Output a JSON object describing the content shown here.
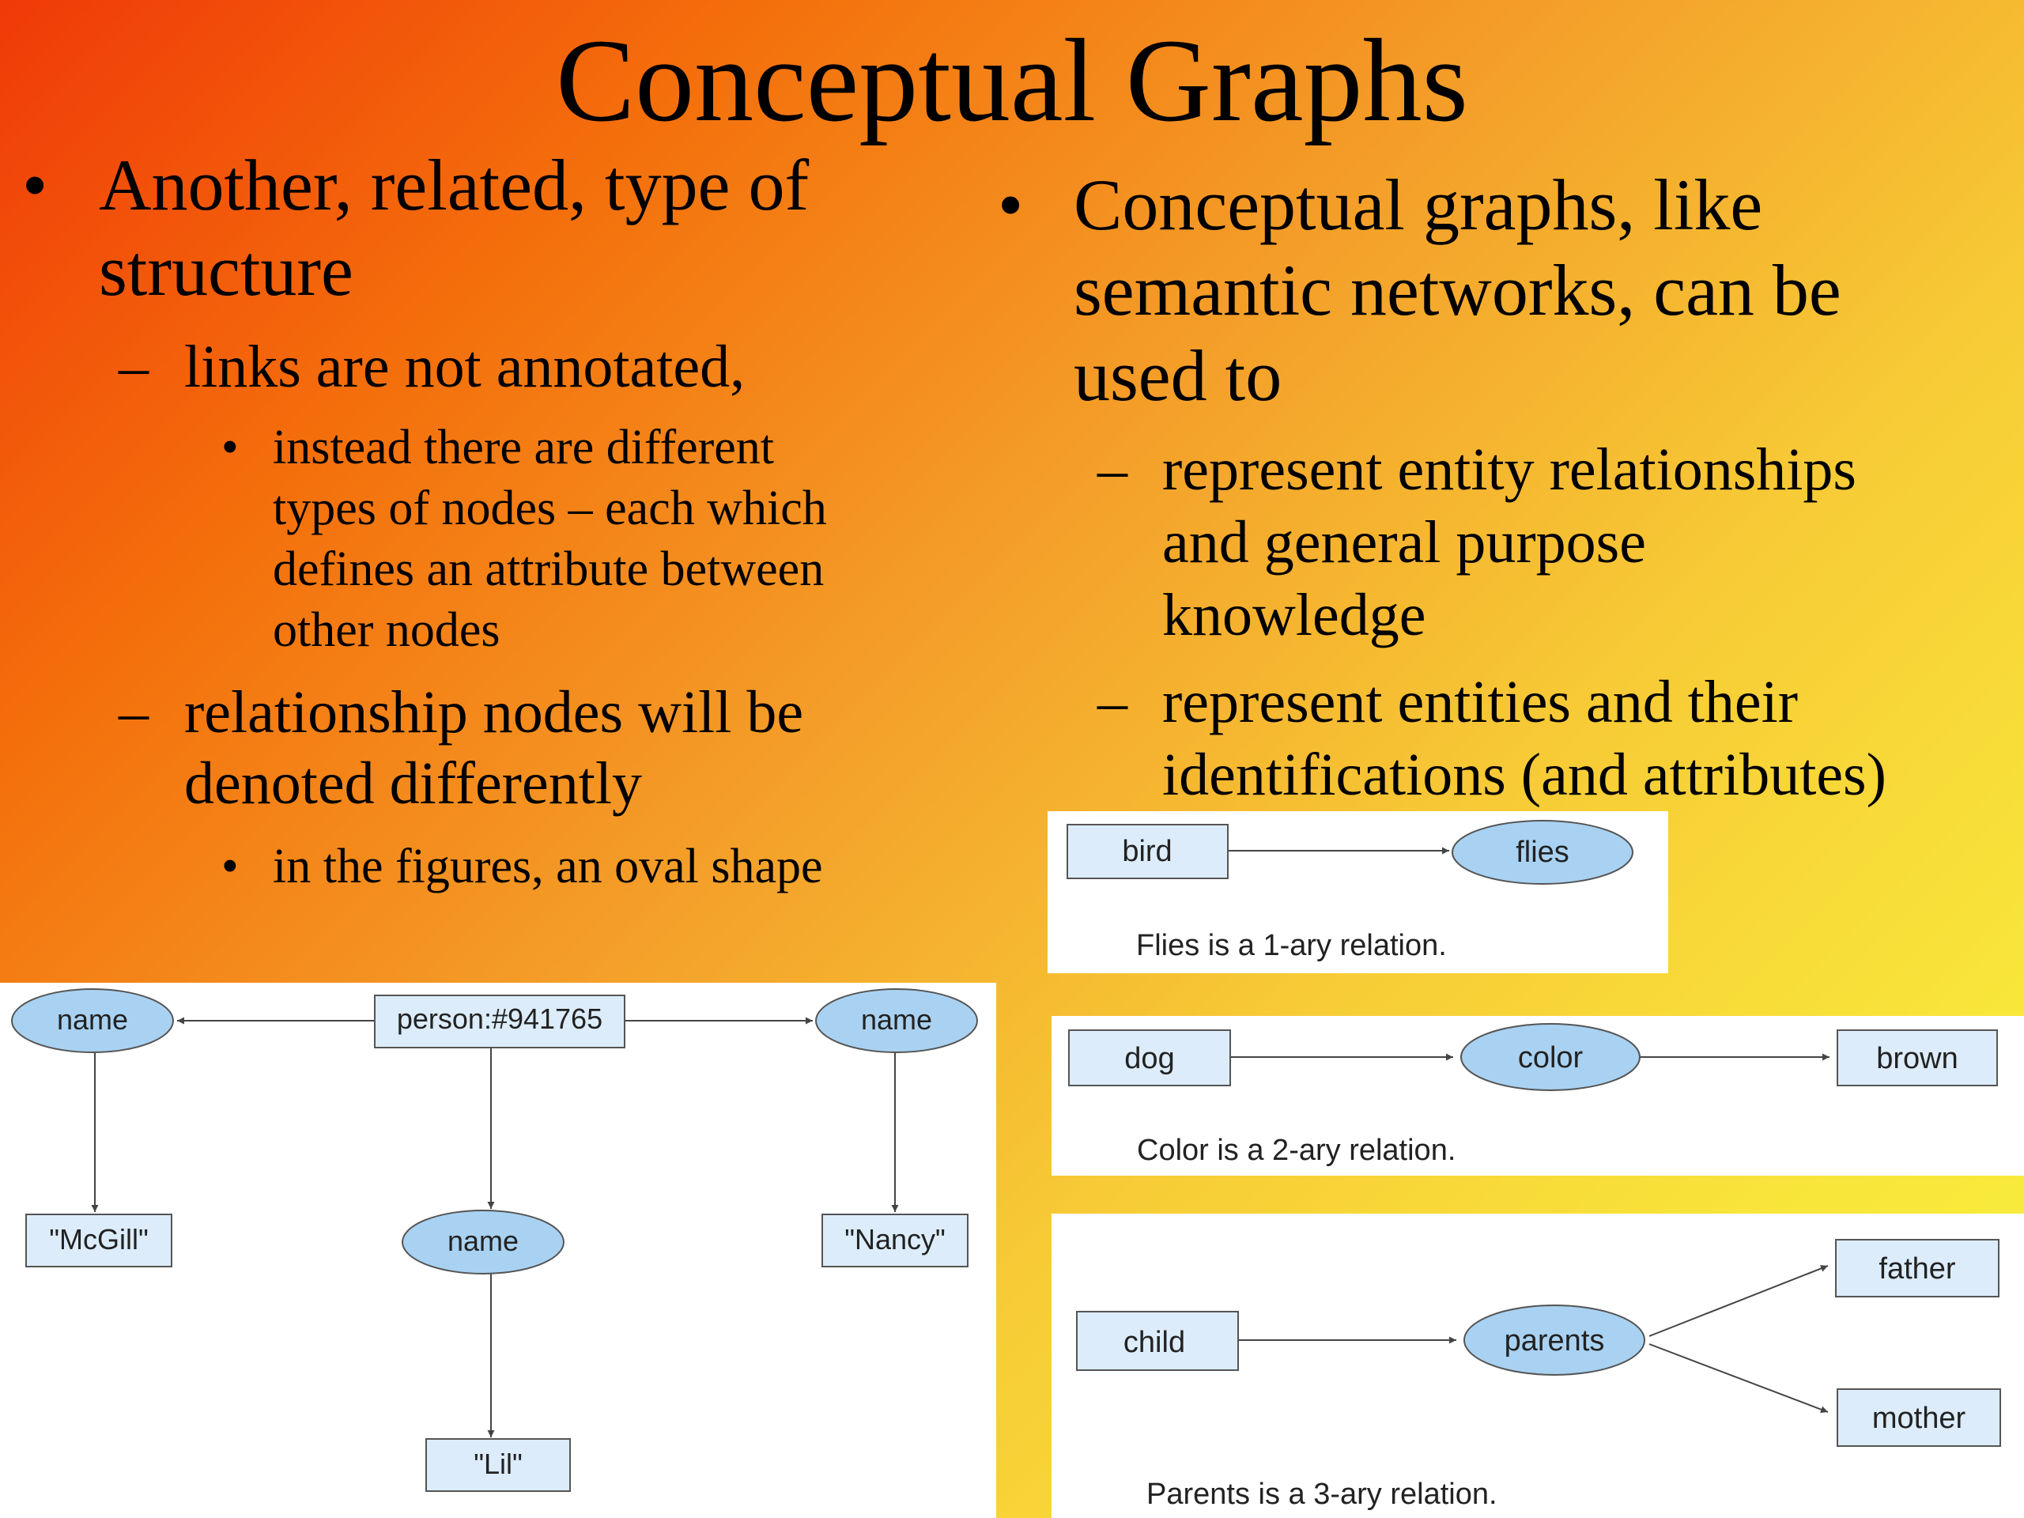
{
  "slide": {
    "title": "Conceptual Graphs",
    "left_bullet": {
      "marker": "•",
      "text_line1": "Another, related, type of",
      "text_line2": "structure",
      "sub1": {
        "marker": "–",
        "text": "links are not annotated,",
        "subsub": {
          "marker": "•",
          "line1": "instead there are different",
          "line2": "types of nodes – each which",
          "line3": "defines an attribute between",
          "line4": "other nodes"
        }
      },
      "sub2": {
        "marker": "–",
        "line1": "relationship nodes will be",
        "line2": "denoted differently",
        "subsub": {
          "marker": "•",
          "text": "in the figures, an oval shape"
        }
      }
    },
    "right_bullet": {
      "marker": "•",
      "line1": "Conceptual graphs, like",
      "line2": "semantic networks, can be",
      "line3": "used to",
      "sub1": {
        "marker": "–",
        "line1": "represent entity relationships",
        "line2": "and general purpose",
        "line3": "knowledge"
      },
      "sub2": {
        "marker": "–",
        "line1": "represent entities and their",
        "line2": "identifications (and attributes)"
      }
    }
  },
  "colors": {
    "box_fill": "#dcecfa",
    "oval_fill": "#a9d2f2",
    "stroke": "#444444",
    "panel_bg": "#ffffff"
  },
  "diagrams": {
    "person": {
      "root": "person:#941765",
      "name_left": "name",
      "name_mid": "name",
      "name_right": "name",
      "val_left": "\"McGill\"",
      "val_mid": "\"Lil\"",
      "val_right": "\"Nancy\""
    },
    "flies": {
      "box": "bird",
      "oval": "flies",
      "caption": "Flies is a 1-ary relation."
    },
    "color": {
      "box_left": "dog",
      "oval": "color",
      "box_right": "brown",
      "caption": "Color is a 2-ary relation."
    },
    "parents": {
      "box_left": "child",
      "oval": "parents",
      "box_top": "father",
      "box_bottom": "mother",
      "caption": "Parents is a 3-ary relation."
    }
  }
}
